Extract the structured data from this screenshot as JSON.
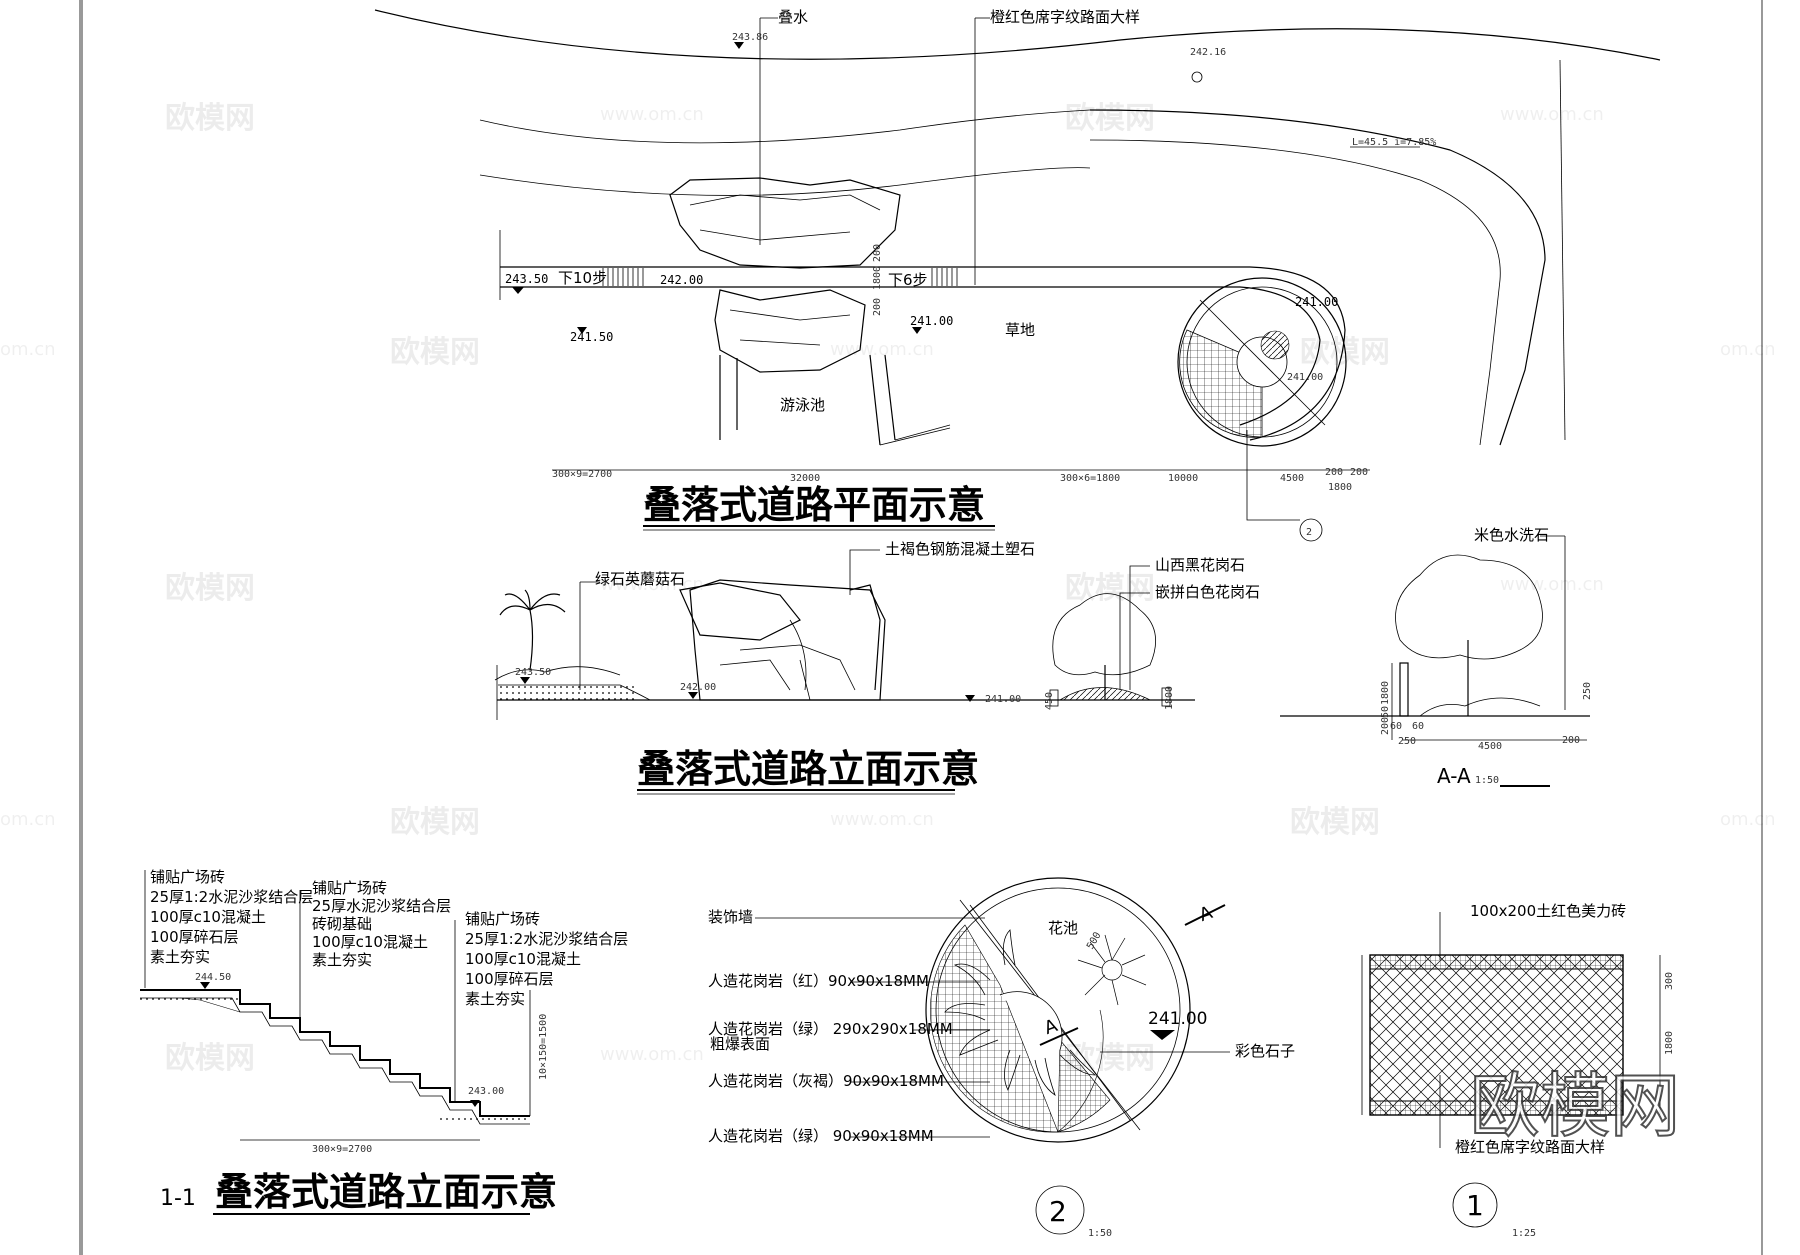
{
  "titles": {
    "plan": "叠落式道路平面示意",
    "elevation": "叠落式道路立面示意",
    "section_prefix": "1-1",
    "section": "叠落式道路立面示意",
    "aa": "A-A",
    "aa_scale": "1:50"
  },
  "plan": {
    "label_diewater": "叠水",
    "label_pavement": "橙红色席字纹路面大样",
    "label_pool": "游泳池",
    "label_grass": "草地",
    "steps_down_10": "下10步",
    "steps_down_6": "下6步",
    "elev_24386": "243.86",
    "elev_24216": "242.16",
    "elev_24350": "243.50",
    "elev_24200": "242.00",
    "elev_24150": "241.50",
    "elev_24100a": "241.00",
    "elev_24100b": "241.00",
    "elev_24100c": "241.00",
    "slope": "L=45.5 i=7.85%",
    "dim_1": "300×9=2700",
    "dim_2": "32000",
    "dim_3": "300×6=1800",
    "dim_4": "10000",
    "dim_5": "4500",
    "dim_6": "200",
    "dim_7": "200",
    "dim_8": "1800",
    "dim_v1": "200",
    "dim_v2": "1800",
    "dim_v3": "200",
    "callout": "2"
  },
  "elevation": {
    "label_green_stone": "绿石英蘑菇石",
    "label_rock": "土褐色钢筋混凝土塑石",
    "label_black_granite": "山西黑花岗石",
    "label_white_granite": "嵌拼白色花岗石",
    "elev_a": "243.50",
    "elev_b": "242.00",
    "elev_c": "241.00",
    "dim_450": "450",
    "dim_1800": "1800"
  },
  "aa": {
    "label_stone": "米色水洗石",
    "dim_1800": "1800",
    "dim_250": "250",
    "dim_200": "200",
    "dim_50": "50",
    "dim_60a": "60",
    "dim_60b": "60",
    "dim_250b": "250",
    "dim_4500": "4500",
    "dim_200b": "200"
  },
  "section": {
    "col1": [
      "铺贴广场砖",
      "25厚1:2水泥沙浆结合层",
      "100厚c10混凝土",
      "100厚碎石层",
      "素土夯实"
    ],
    "col2": [
      "铺贴广场砖",
      "25厚水泥沙浆结合层",
      "砖砌基础",
      "100厚c10混凝土",
      "素土夯实"
    ],
    "col3": [
      "铺贴广场砖",
      "25厚1:2水泥沙浆结合层",
      "100厚c10混凝土",
      "100厚碎石层",
      "素土夯实"
    ],
    "elev_top": "244.50",
    "elev_bottom": "243.00",
    "dim_h": "300×9=2700",
    "dim_v": "10×150=1500"
  },
  "detail2": {
    "wall": "装饰墙",
    "flower": "花池",
    "granite_red": "人造花岗岩（红）90x90x18MM",
    "granite_green1": "人造花岗岩（绿） 290x290x18MM",
    "rough": "粗爆表面",
    "granite_brown": "人造花岗岩（灰褐）90x90x18MM",
    "granite_green2": "人造花岗岩（绿） 90x90x18MM",
    "elev": "241.00",
    "color_stone": "彩色石子",
    "cut_a1": "A",
    "cut_a2": "A",
    "dim_500": "500",
    "number": "2",
    "scale": "1:50"
  },
  "detail1": {
    "brick": "100x200土红色美力砖",
    "pavement": "橙红色席字纹路面大样",
    "dim_300": "300",
    "dim_1800": "1800",
    "number": "1",
    "scale": "1:25"
  },
  "watermark": {
    "brand": "欧模网",
    "url": "www.om.cn",
    "url2": "om.cn"
  }
}
